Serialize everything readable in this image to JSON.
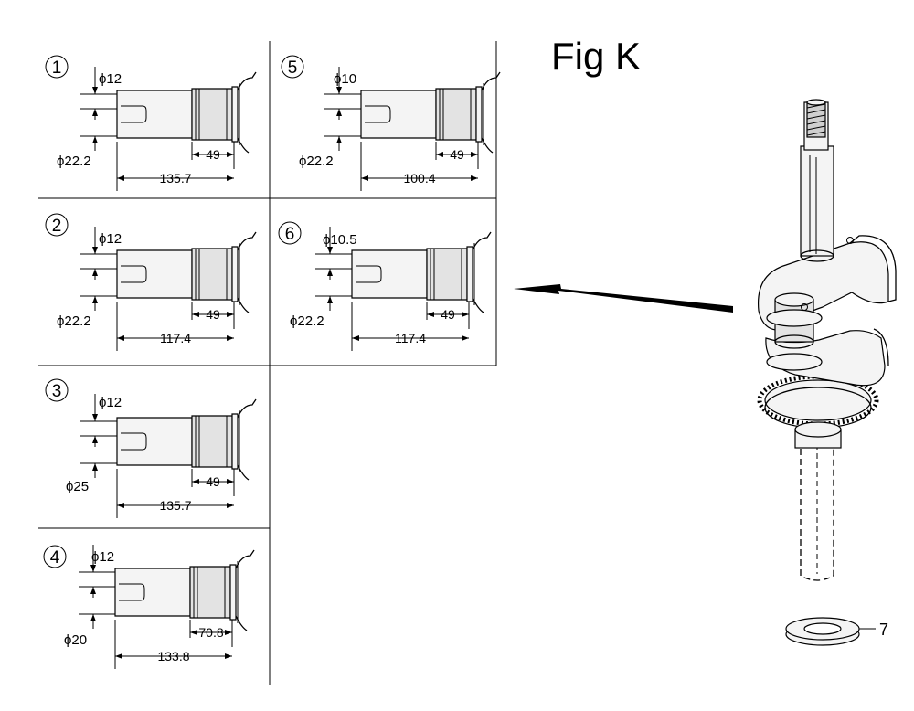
{
  "title": "Fig K",
  "variants": [
    {
      "number": "1",
      "diameter_small": "ϕ12",
      "diameter_large": "ϕ22.2",
      "length_step": "49",
      "length_total": "135.7"
    },
    {
      "number": "2",
      "diameter_small": "ϕ12",
      "diameter_large": "ϕ22.2",
      "length_step": "49",
      "length_total": "117.4"
    },
    {
      "number": "3",
      "diameter_small": "ϕ12",
      "diameter_large": "ϕ25",
      "length_step": "49",
      "length_total": "135.7"
    },
    {
      "number": "4",
      "diameter_small": "ϕ12",
      "diameter_large": "ϕ20",
      "length_step": "70.8",
      "length_total": "133.8"
    },
    {
      "number": "5",
      "diameter_small": "ϕ10",
      "diameter_large": "ϕ22.2",
      "length_step": "49",
      "length_total": "100.4"
    },
    {
      "number": "6",
      "diameter_small": "ϕ10.5",
      "diameter_large": "ϕ22.2",
      "length_step": "49",
      "length_total": "117.4"
    }
  ],
  "part_label": "7"
}
